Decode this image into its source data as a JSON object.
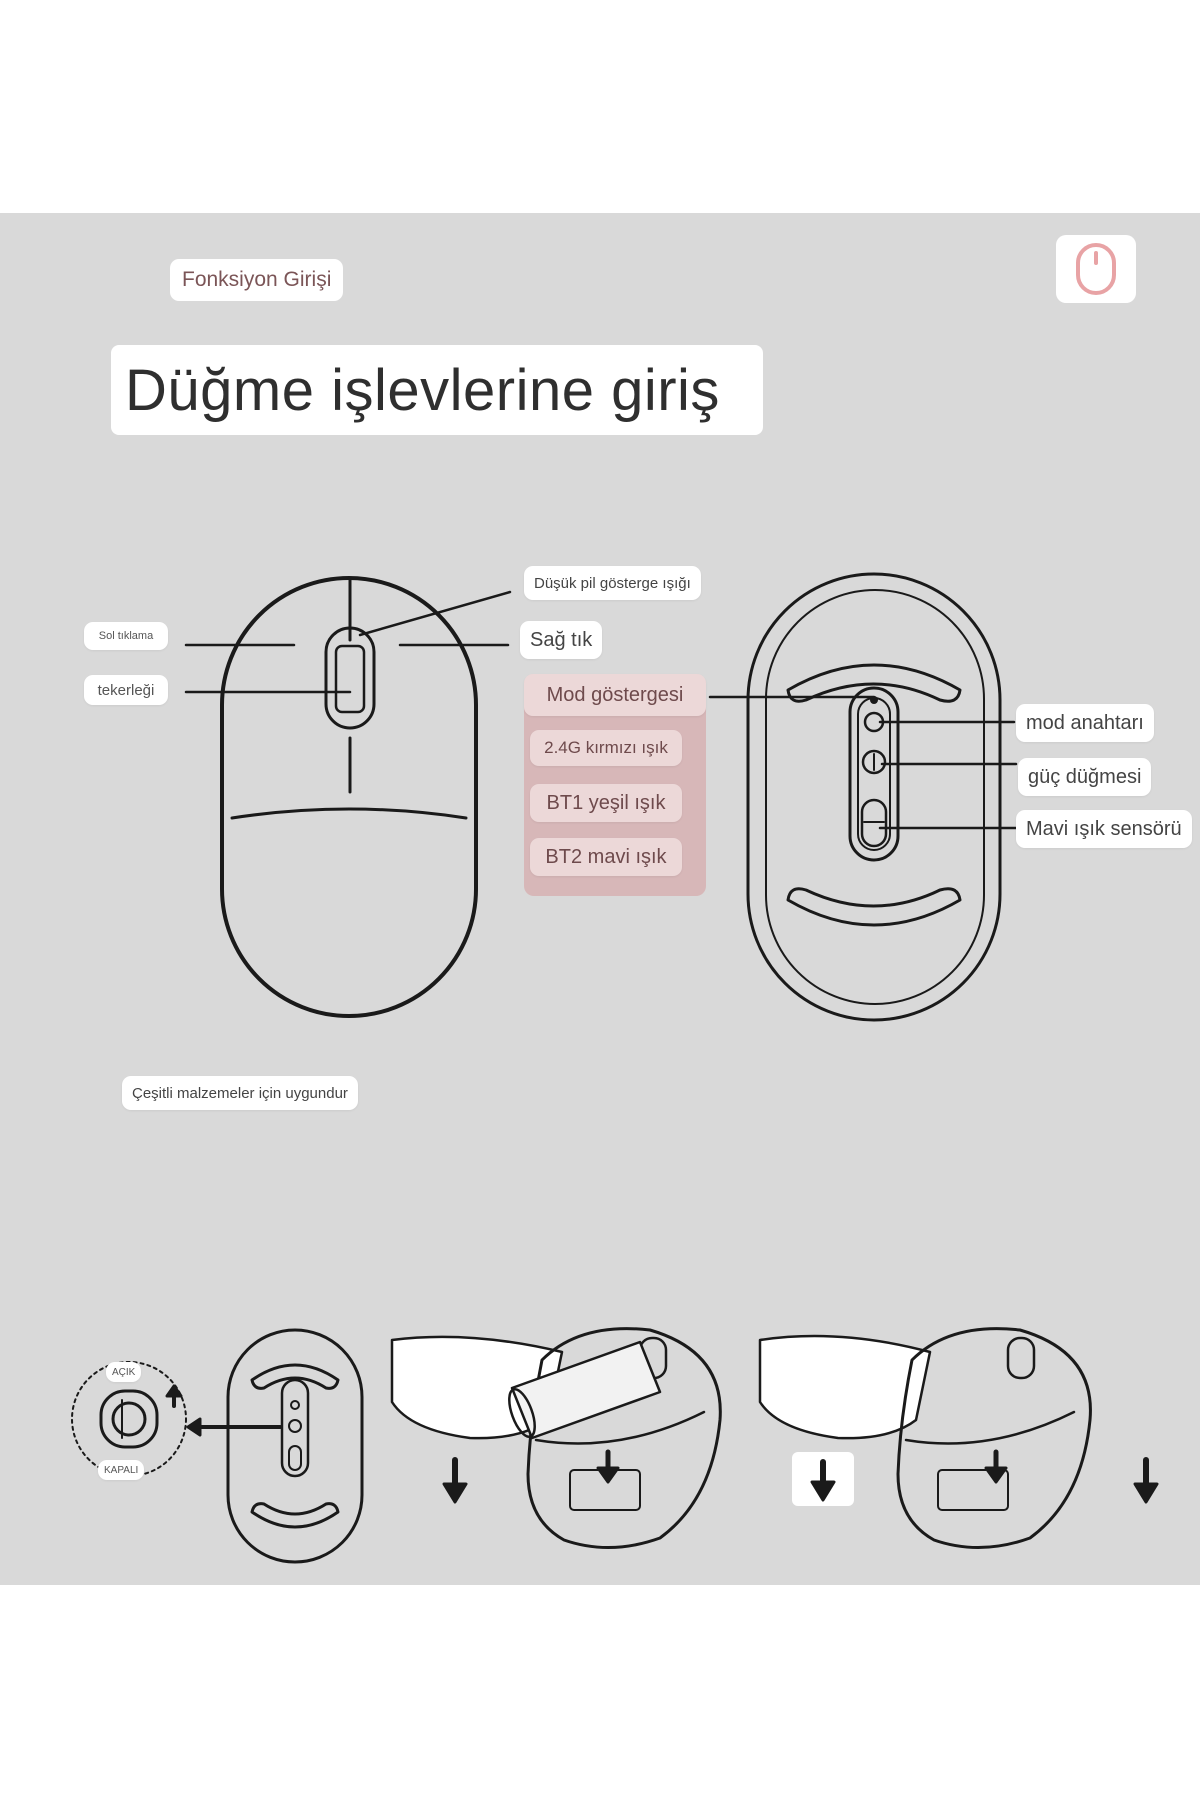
{
  "colors": {
    "panel_bg": "#d9d9d9",
    "accent_pink": "#d7b7b8",
    "icon_pink": "#e8a3a5",
    "line": "#1a1a1a"
  },
  "header": {
    "section_label": "Fonksiyon Girişi",
    "title": "Düğme işlevlerine giriş",
    "badge_icon": "mouse-icon"
  },
  "top_view_labels": {
    "low_battery": "Düşük pil gösterge ışığı",
    "left_click": "Sol tıklama",
    "right_click": "Sağ tık",
    "scroll_wheel": "tekerleği"
  },
  "mode_indicator": {
    "title": "Mod göstergesi",
    "items": [
      "2.4G kırmızı ışık",
      "BT1 yeşil ışık",
      "BT2 mavi ışık"
    ]
  },
  "bottom_view_labels": {
    "mode_switch": "mod anahtarı",
    "power_button": "güç düğmesi",
    "sensor": "Mavi ışık sensörü"
  },
  "materials_note": "Çeşitli malzemeler için uygundur",
  "switch_inset": {
    "on_label": "AÇIK",
    "off_label": "KAPALI"
  },
  "steps_icons": [
    "switch-icon",
    "arrow-left-icon",
    "arrow-down-icon",
    "battery-icon"
  ]
}
